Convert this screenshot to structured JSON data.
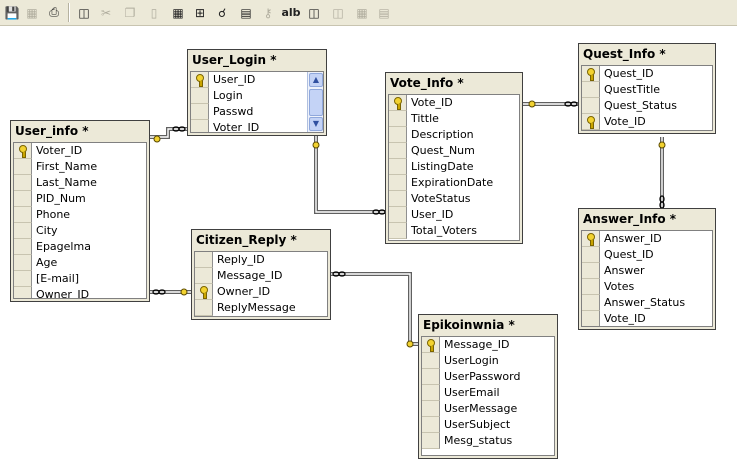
{
  "toolbar": {
    "icons": [
      "save-icon",
      "properties-icon",
      "print-icon",
      "new-table-icon",
      "cut-icon",
      "copy-icon",
      "paste-icon",
      "delete-table-icon",
      "add-related-icon",
      "zoom-icon",
      "layout-icon",
      "primary-key-icon",
      "label-icon",
      "arrange-icon",
      "related-icon",
      "grid-icon"
    ],
    "label_text": "alb"
  },
  "tables": {
    "user_info": {
      "title": "User_info *",
      "columns": [
        "Voter_ID",
        "First_Name",
        "Last_Name",
        "PID_Num",
        "Phone",
        "City",
        "Epagelma",
        "Age",
        "[E-mail]",
        "Owner_ID"
      ],
      "keys": [
        0
      ]
    },
    "user_login": {
      "title": "User_Login *",
      "columns": [
        "User_ID",
        "Login",
        "Passwd",
        "Voter_ID"
      ],
      "keys": [
        0
      ]
    },
    "vote_info": {
      "title": "Vote_Info *",
      "columns": [
        "Vote_ID",
        "Tittle",
        "Description",
        "Quest_Num",
        "ListingDate",
        "ExpirationDate",
        "VoteStatus",
        "User_ID",
        "Total_Voters"
      ],
      "keys": [
        0
      ]
    },
    "quest_info": {
      "title": "Quest_Info *",
      "columns": [
        "Quest_ID",
        "QuestTitle",
        "Quest_Status",
        "Vote_ID"
      ],
      "keys": [
        0,
        3
      ]
    },
    "answer_info": {
      "title": "Answer_Info *",
      "columns": [
        "Answer_ID",
        "Quest_ID",
        "Answer",
        "Votes",
        "Answer_Status",
        "Vote_ID"
      ],
      "keys": [
        0
      ]
    },
    "citizen_reply": {
      "title": "Citizen_Reply *",
      "columns": [
        "Reply_ID",
        "Message_ID",
        "Owner_ID",
        "ReplyMessage"
      ],
      "keys": [
        2
      ]
    },
    "epikoinwnia": {
      "title": "Epikoinwnia *",
      "columns": [
        "Message_ID",
        "UserLogin",
        "UserPassword",
        "UserEmail",
        "UserMessage",
        "UserSubject",
        "Mesg_status"
      ],
      "keys": [
        0
      ]
    }
  }
}
